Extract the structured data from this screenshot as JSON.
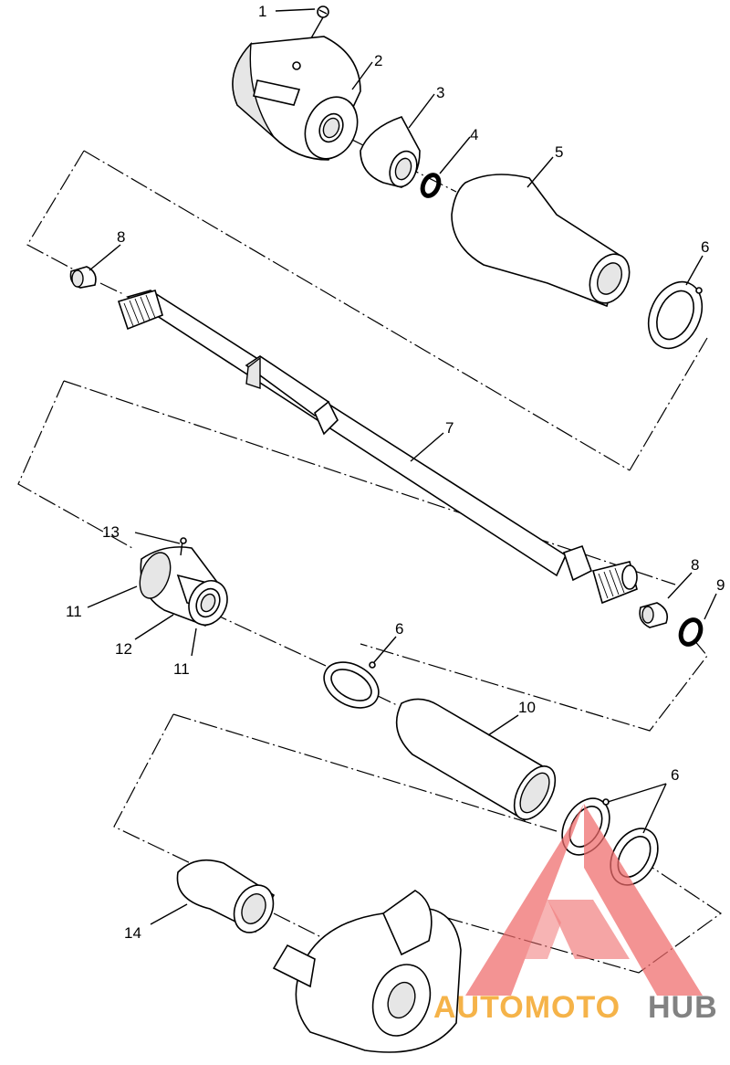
{
  "callouts": {
    "c1": "1",
    "c2": "2",
    "c3": "3",
    "c4": "4",
    "c5": "5",
    "c6a": "6",
    "c6b": "6",
    "c6c": "6",
    "c7": "7",
    "c8a": "8",
    "c8b": "8",
    "c9": "9",
    "c10": "10",
    "c11a": "11",
    "c11b": "11",
    "c12": "12",
    "c13": "13",
    "c14": "14"
  },
  "watermark": {
    "part1": "AUTOMOTO",
    "part2": "HUB",
    "colors": {
      "orange": "#f4a62a",
      "gray": "#6d6d6d",
      "logo": "#ef6a6a"
    }
  }
}
